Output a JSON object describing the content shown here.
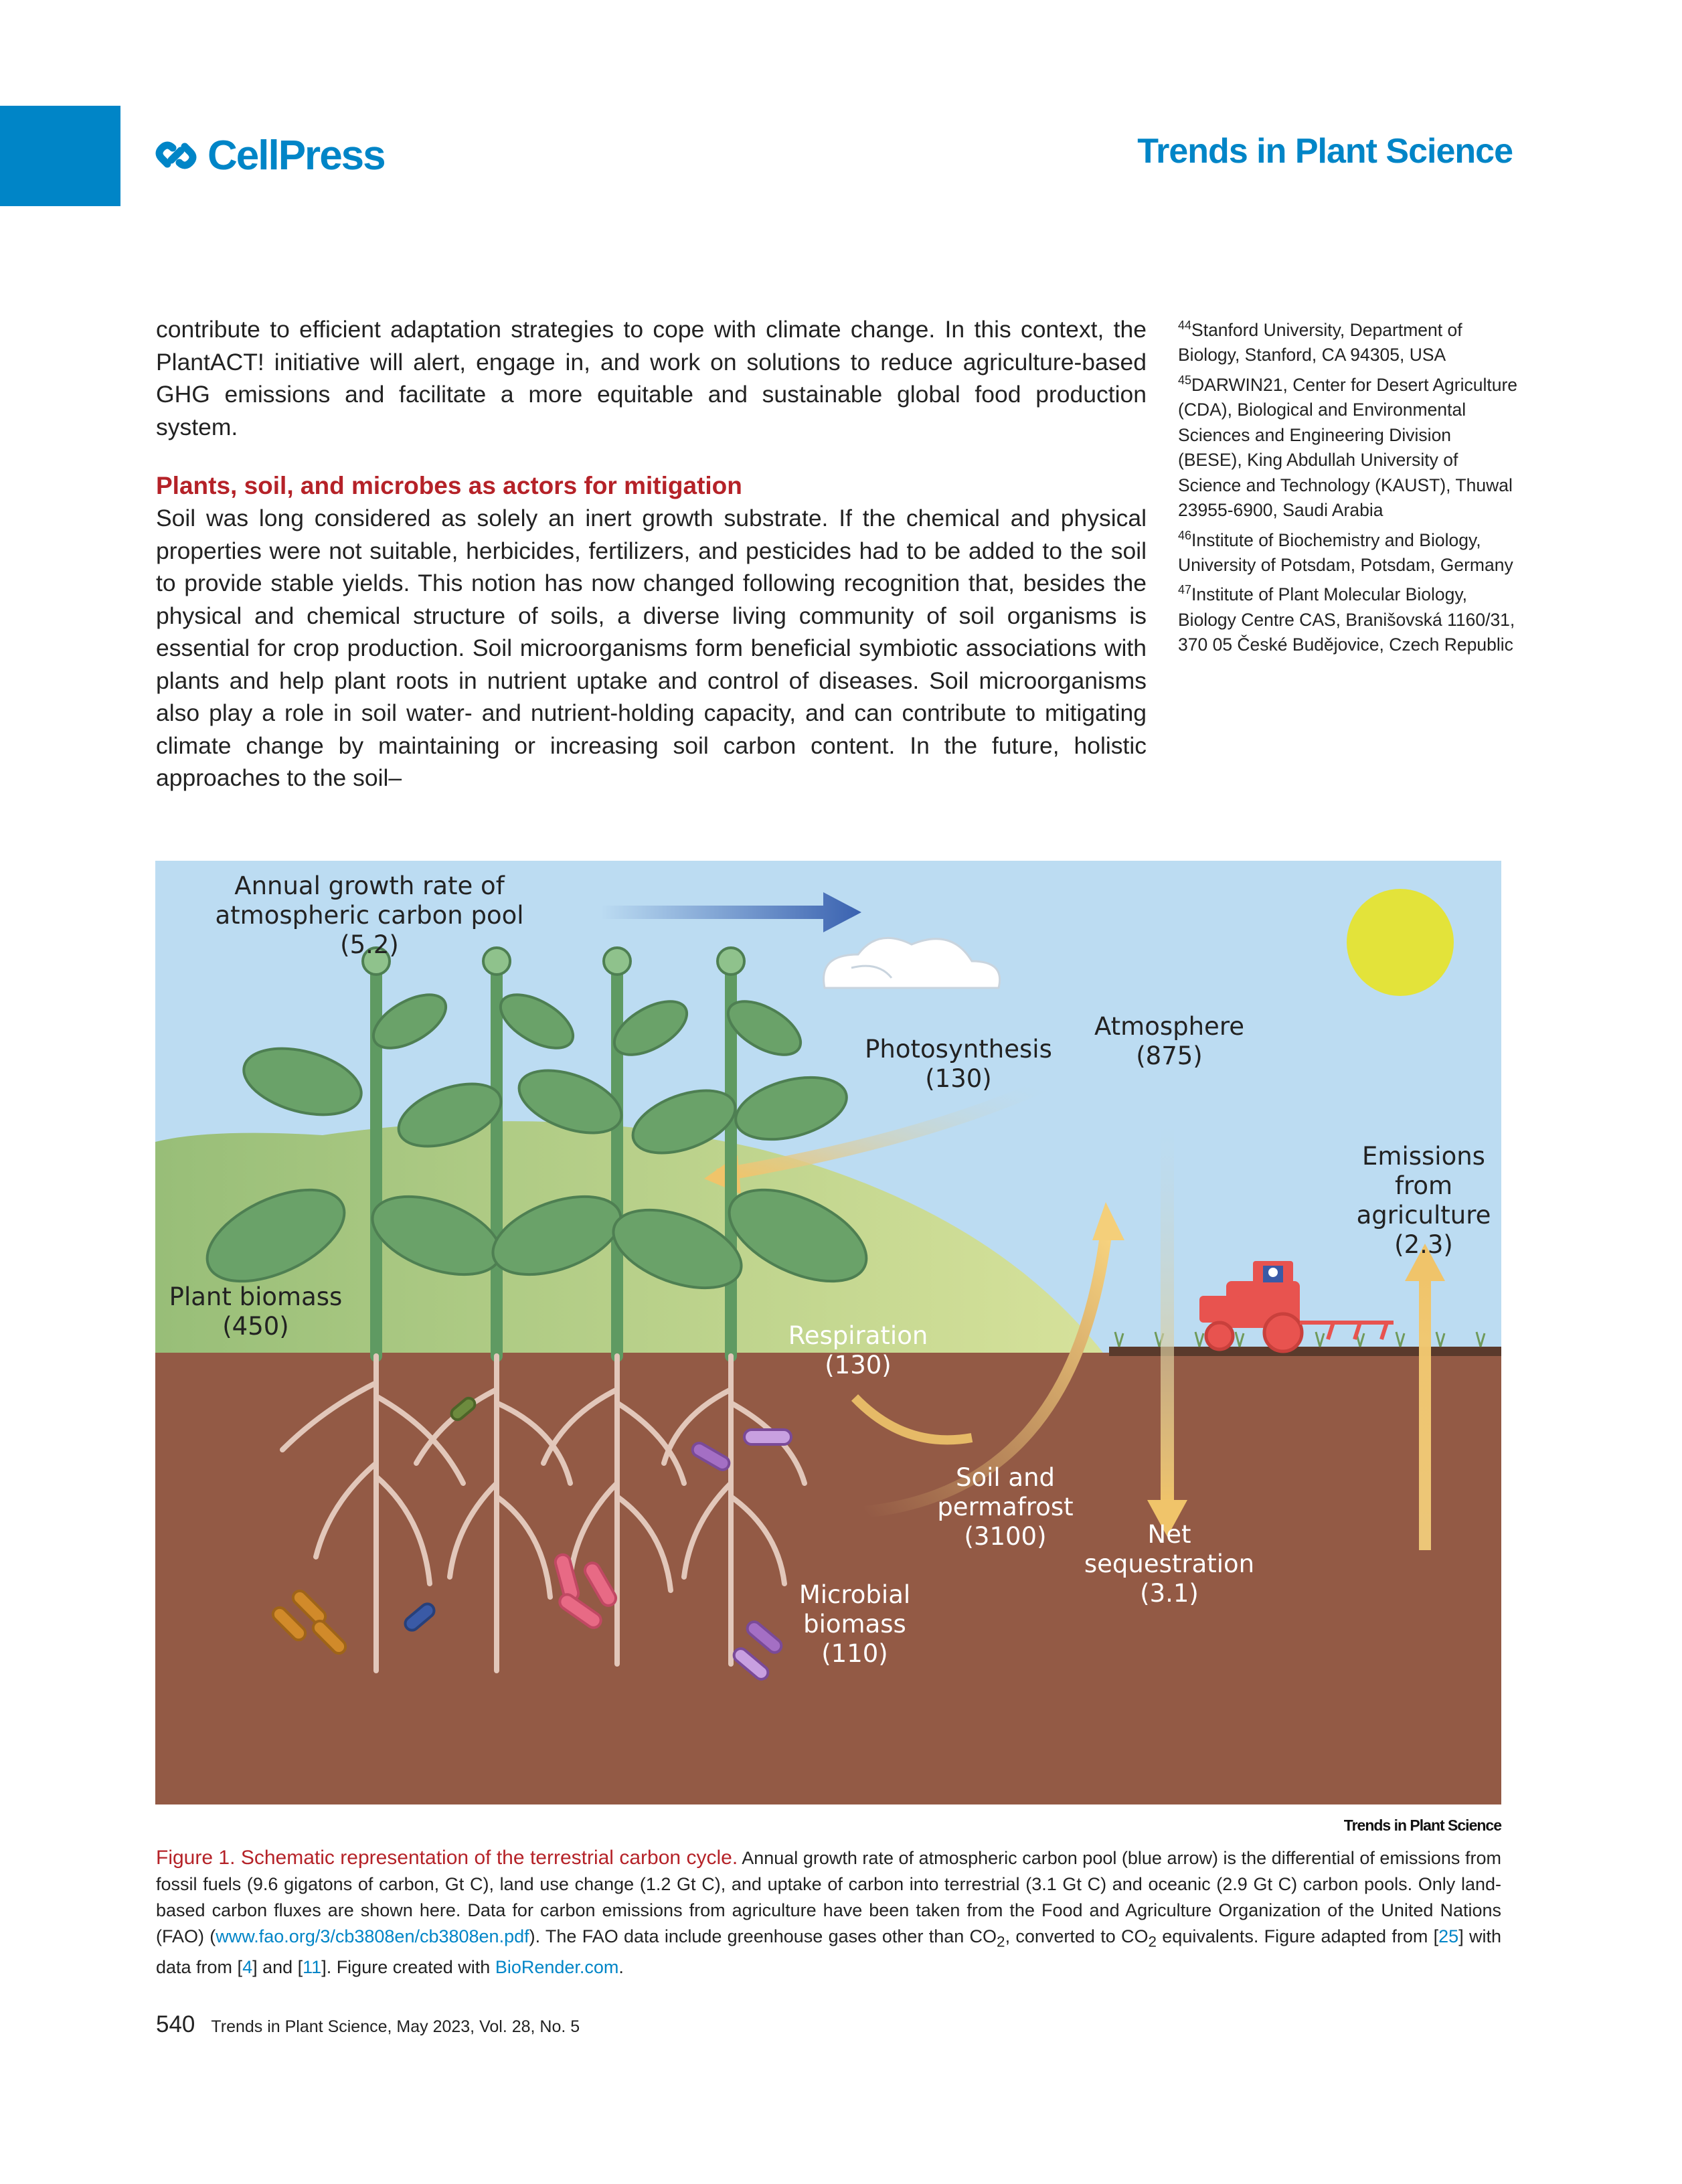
{
  "header": {
    "publisher_logo": "CellPress",
    "journal_name": "Trends in Plant Science"
  },
  "main_text": {
    "paragraph_1": "contribute to efficient adaptation strategies to cope with climate change. In this context, the PlantACT! initiative will alert, engage in, and work on solutions to reduce agriculture-based GHG emissions and facilitate a more equitable and sustainable global food production system.",
    "section_heading": "Plants, soil, and microbes as actors for mitigation",
    "paragraph_2": "Soil was long considered as solely an inert growth substrate. If the chemical and physical properties were not suitable, herbicides, fertilizers, and pesticides had to be added to the soil to provide stable yields. This notion has now changed following recognition that, besides the physical and chemical structure of soils, a diverse living community of soil organisms is essential for crop production. Soil microorganisms form beneficial symbiotic associations with plants and help plant roots in nutrient uptake and control of diseases. Soil microorganisms also play a role in soil water- and nutrient-holding capacity, and can contribute to mitigating climate change by maintaining or increasing soil carbon content. In the future, holistic approaches to the soil–"
  },
  "affiliations": [
    {
      "num": "44",
      "text": "Stanford University, Department of Biology, Stanford, CA 94305, USA"
    },
    {
      "num": "45",
      "text": "DARWIN21, Center for Desert Agriculture (CDA), Biological and Environmental Sciences and Engineering Division (BESE), King Abdullah University of Science and Technology (KAUST), Thuwal 23955-6900, Saudi Arabia"
    },
    {
      "num": "46",
      "text": "Institute of Biochemistry and Biology, University of Potsdam, Potsdam, Germany"
    },
    {
      "num": "47",
      "text": "Institute of Plant Molecular Biology, Biology Centre CAS, Branišovská 1160/31, 370 05 České Budějovice, Czech Republic"
    }
  ],
  "figure": {
    "labels": {
      "annual_growth": "Annual growth rate of atmospheric carbon pool (5.2)",
      "photosynthesis": "Photosynthesis (130)",
      "atmosphere": "Atmosphere (875)",
      "emissions": "Emissions from agriculture (2.3)",
      "plant_biomass": "Plant biomass (450)",
      "respiration": "Respiration (130)",
      "soil": "Soil and permafrost (3100)",
      "net_seq": "Net sequestration (3.1)",
      "microbial": "Microbial biomass (110)"
    },
    "credit": "Trends in Plant Science",
    "colors": {
      "sky": "#bcdcf2",
      "soil": "#935a45",
      "hill": "#a9c886",
      "plant": "#5f9a62",
      "sun": "#e3e33a",
      "flux_arrow": "#f0cc78",
      "growth_arrow": "#3a6bb4",
      "tractor": "#e8534f"
    }
  },
  "caption": {
    "title": "Figure 1. Schematic representation of the terrestrial carbon cycle.",
    "text_1": " Annual growth rate of atmospheric carbon pool (blue arrow) is the differential of emissions from fossil fuels (9.6 gigatons of carbon, Gt C), land use change (1.2 Gt C), and uptake of carbon into terrestrial (3.1 Gt C) and oceanic (2.9 Gt C) carbon pools. Only land-based carbon fluxes are shown here. Data for carbon emissions from agriculture have been taken from the Food and Agriculture Organization of the United Nations (FAO) (",
    "link_fao": "www.fao.org/3/cb3808en/cb3808en.pdf",
    "text_2": "). The FAO data include greenhouse gases other than CO",
    "sub_2": "2",
    "text_3": ", converted to CO",
    "sub_2b": "2",
    "text_4": " equivalents. Figure adapted from [",
    "ref_25": "25",
    "text_5": "] with data from [",
    "ref_4": "4",
    "text_6": "] and [",
    "ref_11": "11",
    "text_7": "]. Figure created with ",
    "link_biorender": "BioRender.com",
    "text_8": "."
  },
  "footer": {
    "page_number": "540",
    "citation": "Trends in Plant Science, May 2023, Vol. 28, No. 5"
  }
}
